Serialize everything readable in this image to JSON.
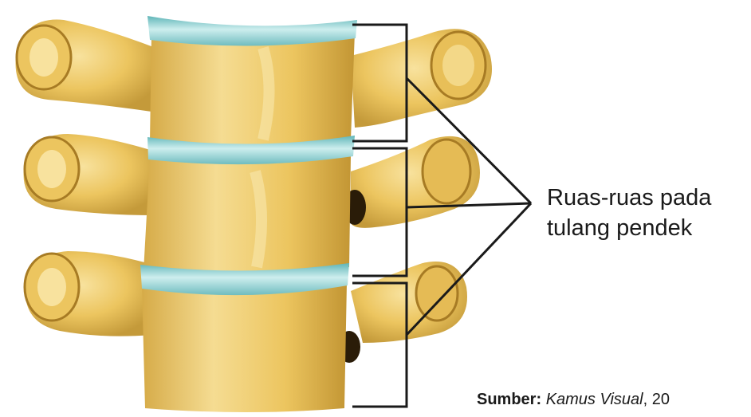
{
  "diagram": {
    "label_line1": "Ruas-ruas pada",
    "label_line2": "tulang pendek",
    "source_prefix": "Sumber:",
    "source_title": "Kamus Visual",
    "source_rest": ", 20",
    "colors": {
      "bone": "#ecc55f",
      "bone_light": "#f7e09a",
      "bone_shadow": "#b98d2e",
      "disc": "#7fc7c7",
      "disc_light": "#c9ecec",
      "line": "#1a1a1a"
    }
  }
}
